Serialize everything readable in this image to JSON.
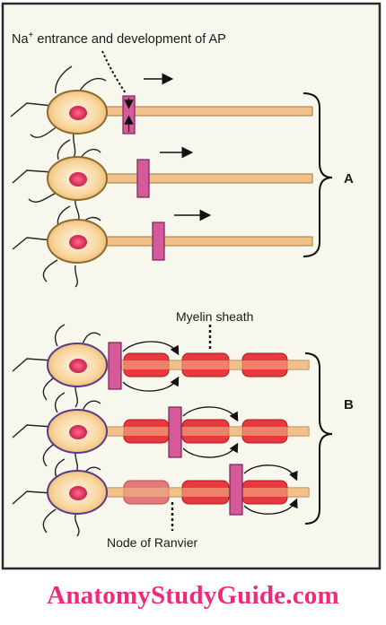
{
  "diagram": {
    "labels": {
      "na_prefix": "Na",
      "na_superscript": "+",
      "na_rest": " entrance and development of AP",
      "myelin_sheath": "Myelin sheath",
      "node_of_ranvier": "Node of Ranvier",
      "group_a": "A",
      "group_b": "B"
    },
    "group_a": {
      "title": "Unmyelinated nerve fibers (continuous conduction)",
      "neuron_count": 3
    },
    "group_b": {
      "title": "Myelinated nerve fibers (saltatory conduction)",
      "neuron_count": 3
    }
  },
  "watermark": {
    "text": "AnatomyStudyGuide.com"
  },
  "colors": {
    "panel_bg": "#f7f7ee",
    "panel_border": "#2a2a2a",
    "axon": "#f2c08a",
    "axon_stroke": "#a67a3a",
    "nucleus": "#d8205a",
    "depolarized_zone": "#d45a9a",
    "myelin": "#e8393f",
    "watermark": "#ee2a7b"
  }
}
